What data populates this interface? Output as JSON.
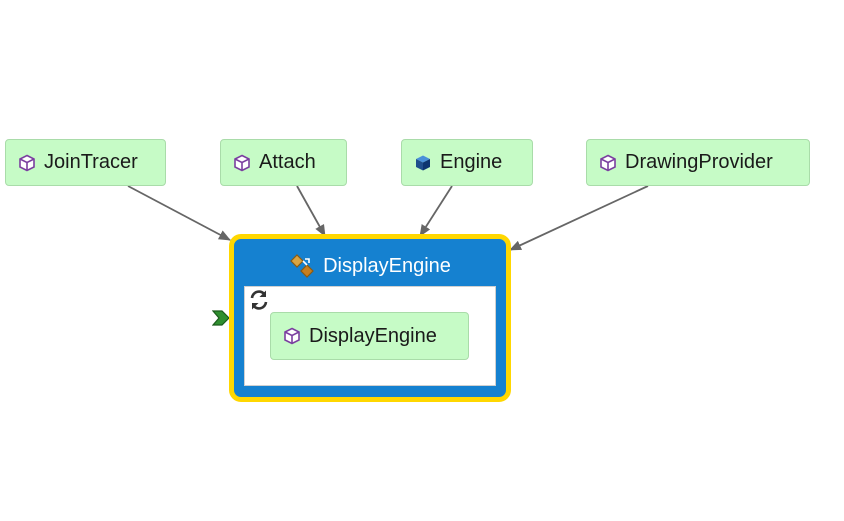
{
  "diagram": {
    "nodes": [
      {
        "id": "jointracer",
        "label": "JoinTracer",
        "icon": "cube-outline-icon"
      },
      {
        "id": "attach",
        "label": "Attach",
        "icon": "cube-outline-icon"
      },
      {
        "id": "engine",
        "label": "Engine",
        "icon": "cube-solid-icon"
      },
      {
        "id": "drawingprovider",
        "label": "DrawingProvider",
        "icon": "cube-outline-icon"
      }
    ],
    "group": {
      "title": "DisplayEngine",
      "icon": "component-icon",
      "inner_node": {
        "label": "DisplayEngine",
        "icon": "cube-outline-icon"
      },
      "loop_icon": "refresh-icon",
      "entry_icon": "entry-arrow-icon"
    },
    "edges": [
      {
        "from": "jointracer",
        "to": "displayengine"
      },
      {
        "from": "attach",
        "to": "displayengine"
      },
      {
        "from": "engine",
        "to": "displayengine"
      },
      {
        "from": "drawingprovider",
        "to": "displayengine"
      }
    ],
    "colors": {
      "node_fill": "#c6fbc6",
      "group_fill": "#1581d0",
      "group_border": "#ffd700",
      "edge": "#666666"
    }
  }
}
